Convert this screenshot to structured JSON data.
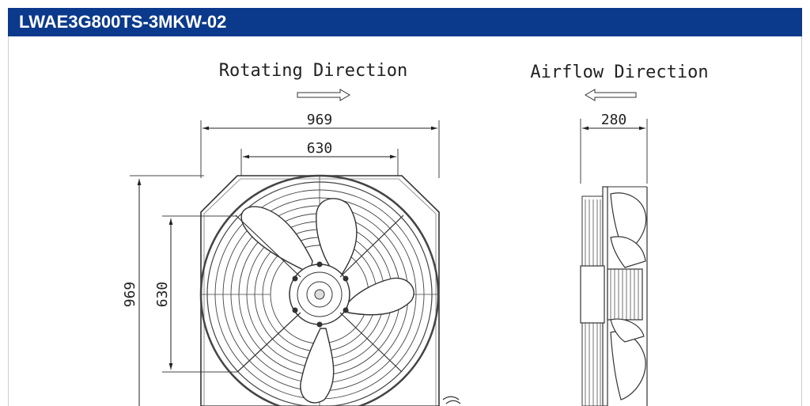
{
  "header": {
    "title": "LWAE3G800TS-3MKW-02"
  },
  "front_view": {
    "heading": "Rotating Direction",
    "width_outer": "969",
    "width_inner": "630",
    "height_outer": "969",
    "height_inner": "630"
  },
  "side_view": {
    "heading": "Airflow Direction",
    "depth": "280"
  },
  "colors": {
    "header_bg": "#0b3a8c",
    "line": "#333333"
  }
}
